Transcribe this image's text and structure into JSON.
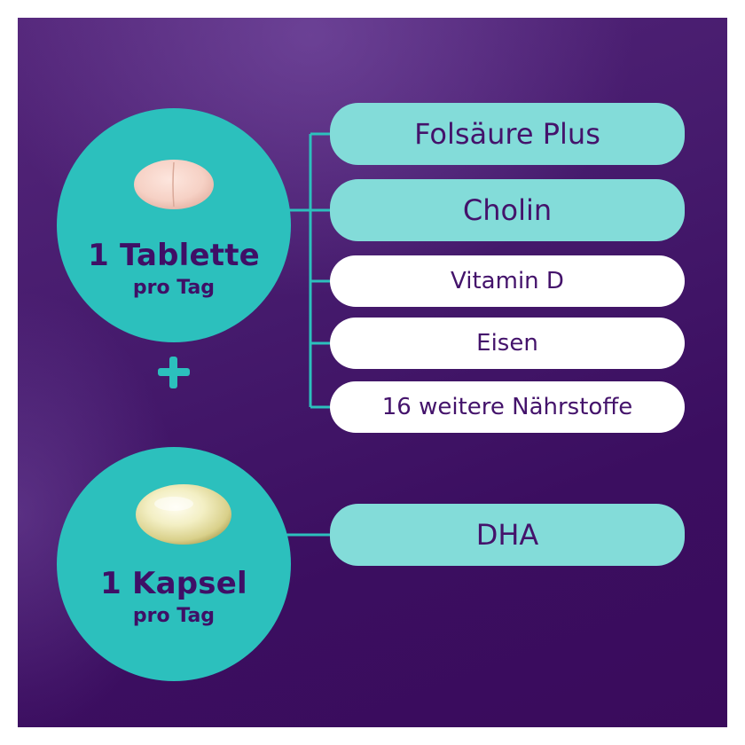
{
  "tablet": {
    "title": "1 Tablette",
    "subtitle": "pro Tag",
    "icon": "tablet-pill-icon"
  },
  "plus": {
    "icon": "plus-icon"
  },
  "capsule": {
    "title": "1 Kapsel",
    "subtitle": "pro Tag",
    "icon": "softgel-capsule-icon"
  },
  "nutrients": [
    {
      "label": "Folsäure Plus"
    },
    {
      "label": "Cholin"
    },
    {
      "label": "Vitamin D"
    },
    {
      "label": "Eisen"
    },
    {
      "label": "16 weitere Nährstoffe"
    }
  ],
  "capsule_nutrients": [
    {
      "label": "DHA"
    }
  ],
  "colors": {
    "background": "#451a6c",
    "circle": "#2cc0bd",
    "tag_teal": "#83dcd9",
    "tag_white": "#ffffff",
    "text_purple": "#44136b",
    "tablet": "#f7d3c8",
    "capsule": "#efe9b0"
  }
}
